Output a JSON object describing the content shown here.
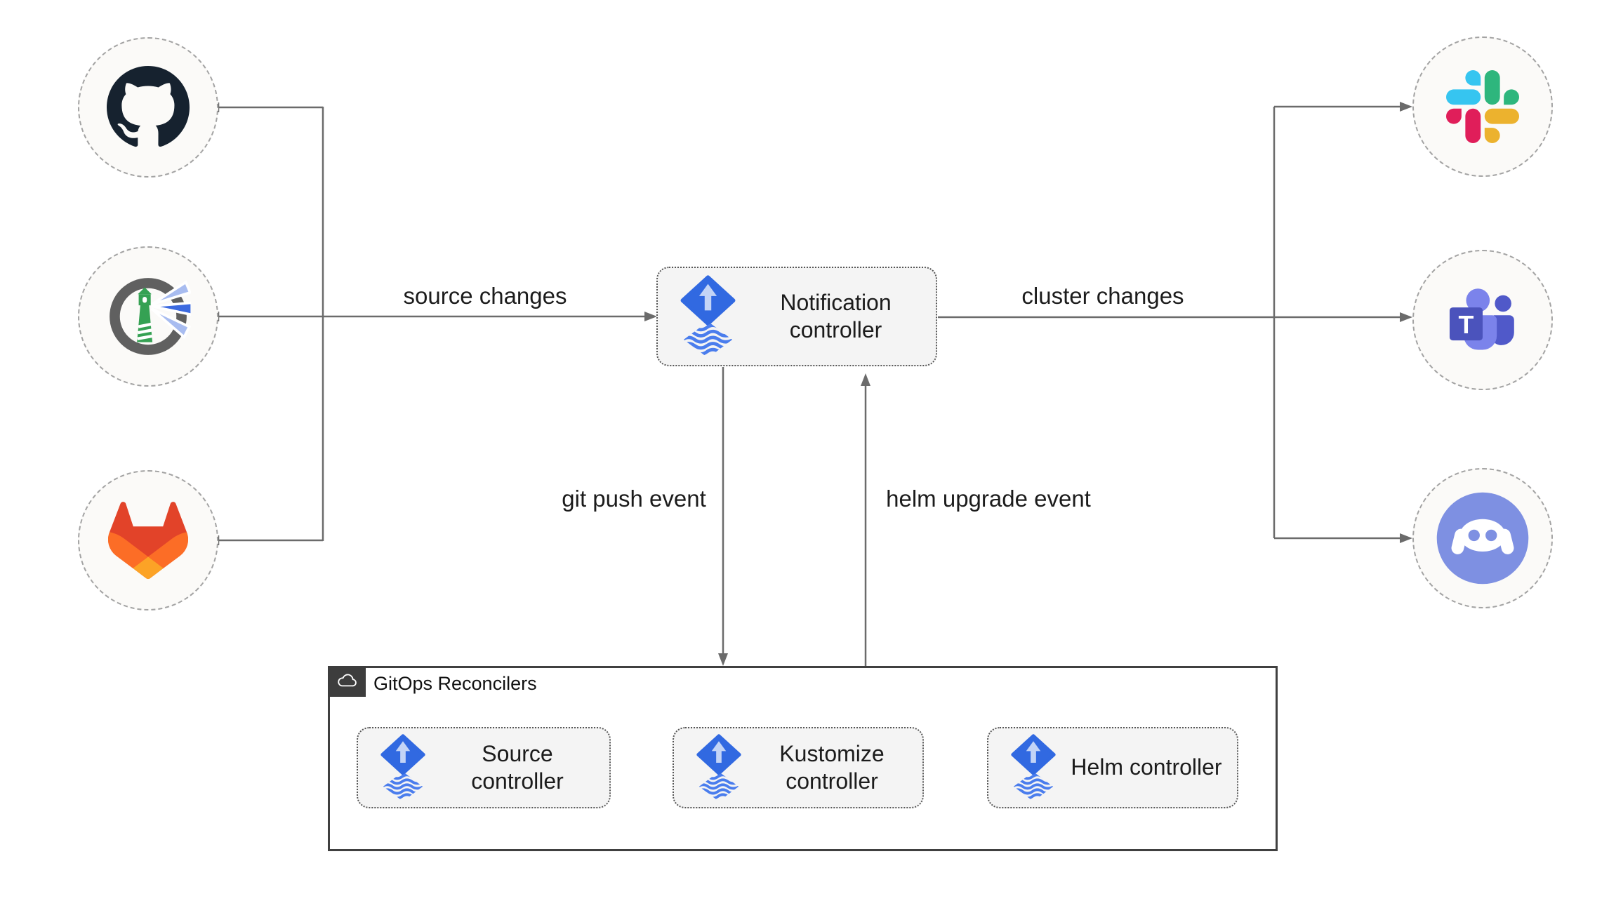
{
  "edge_labels": {
    "source_changes": "source changes",
    "cluster_changes": "cluster changes",
    "git_push_event": "git push event",
    "helm_upgrade_event": "helm upgrade event"
  },
  "notification": {
    "label": "Notification controller",
    "icon": "flux-icon"
  },
  "gitops": {
    "title": "GitOps Reconcilers",
    "icon": "cloud-icon"
  },
  "reconcilers": [
    {
      "label": "Source controller",
      "icon": "flux-icon"
    },
    {
      "label": "Kustomize controller",
      "icon": "flux-icon"
    },
    {
      "label": "Helm controller",
      "icon": "flux-icon"
    }
  ],
  "sources": [
    {
      "name": "GitHub",
      "icon": "github-icon"
    },
    {
      "name": "Harbor",
      "icon": "harbor-icon"
    },
    {
      "name": "GitLab",
      "icon": "gitlab-icon"
    }
  ],
  "notifiers": [
    {
      "name": "Slack",
      "icon": "slack-icon"
    },
    {
      "name": "Microsoft Teams",
      "icon": "teams-icon",
      "monogram": "T"
    },
    {
      "name": "Discord",
      "icon": "discord-icon"
    }
  ],
  "colors": {
    "flux_blue": "#3169e1",
    "flux_wave_blue": "#4a7ded",
    "line_gray": "#6b6b6b",
    "label_text": "#1c1c1c",
    "box_fill": "#f4f4f4",
    "github_dark": "#16222f",
    "harbor_green": "#35a153",
    "gitlab_orange": "#fc6d26",
    "slack_green": "#2eb67d",
    "teams_purple": "#4b53bc",
    "discord_blurple": "#7e90e2"
  }
}
